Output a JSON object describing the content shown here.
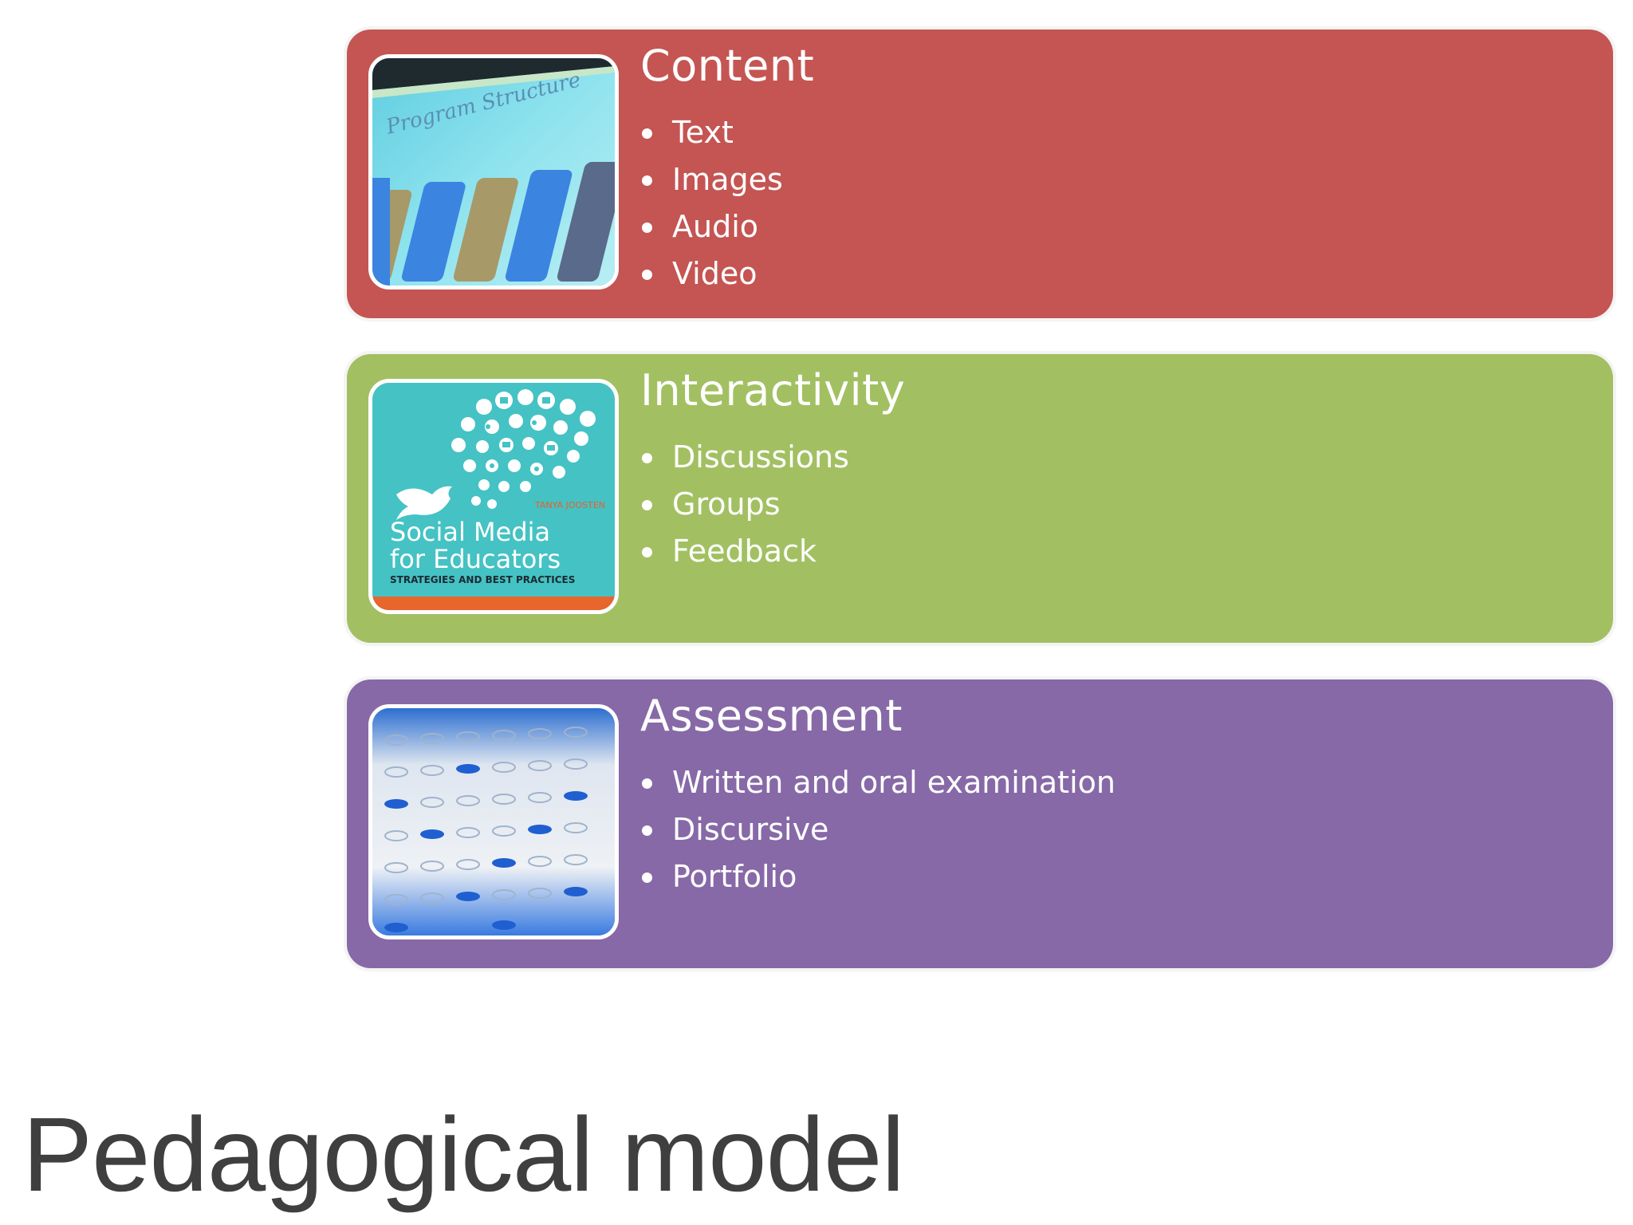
{
  "page_title": "Pedagogical model",
  "colors": {
    "content": "#c45553",
    "interactivity": "#a2c062",
    "assessment": "#8769a7",
    "title_text": "#3f3f3f"
  },
  "panels": [
    {
      "id": "content",
      "title": "Content",
      "image_icon": "program-structure-screen-image",
      "image_text": "Program Structure",
      "items": [
        "Text",
        "Images",
        "Audio",
        "Video"
      ]
    },
    {
      "id": "interactivity",
      "title": "Interactivity",
      "image_icon": "social-media-book-cover-image",
      "image_text": {
        "author": "TANYA JOOSTEN",
        "line1": "Social Media",
        "line2": "for Educators",
        "subtitle": "STRATEGIES AND BEST PRACTICES"
      },
      "items": [
        "Discussions",
        "Groups",
        "Feedback"
      ]
    },
    {
      "id": "assessment",
      "title": "Assessment",
      "image_icon": "answer-sheet-image",
      "items": [
        "Written and oral examination",
        "Discursive",
        "Portfolio"
      ]
    }
  ]
}
